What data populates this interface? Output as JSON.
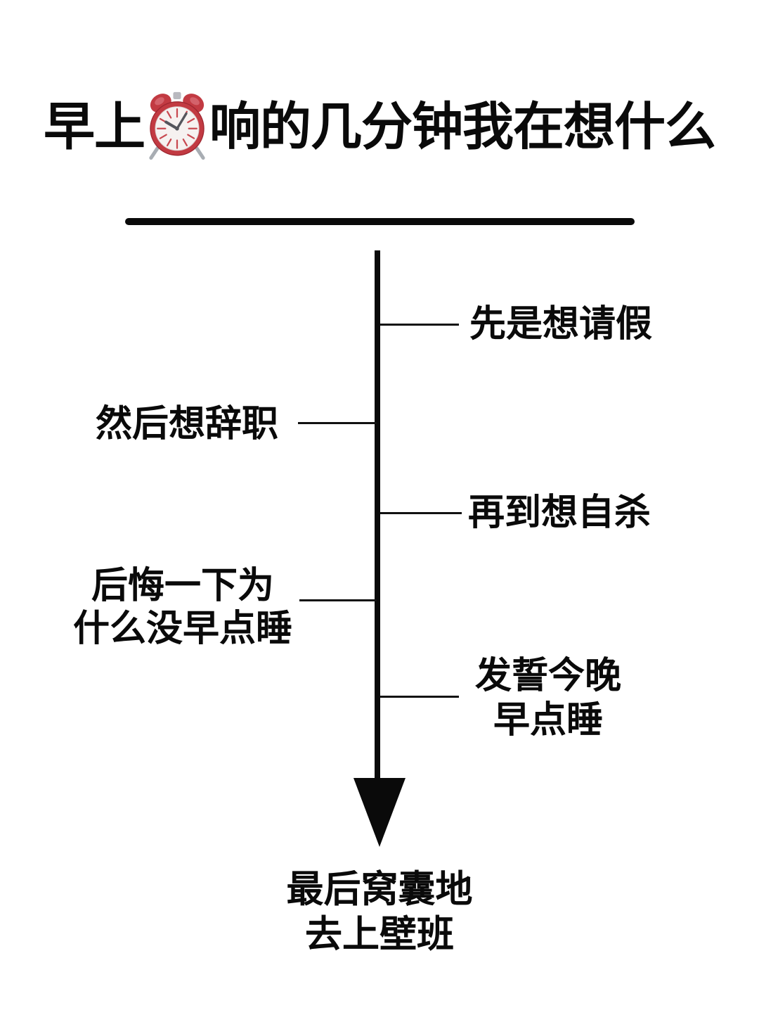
{
  "title": {
    "text_before_icon": "早上",
    "icon": "alarm-clock-emoji",
    "text_after_icon": "响的几分钟我在想什么"
  },
  "timeline": {
    "items": [
      {
        "side": "right",
        "lines": [
          "先是想请假"
        ]
      },
      {
        "side": "left",
        "lines": [
          "然后想辞职"
        ]
      },
      {
        "side": "right",
        "lines": [
          "再到想自杀"
        ]
      },
      {
        "side": "left",
        "lines": [
          "后悔一下为",
          "什么没早点睡"
        ]
      },
      {
        "side": "right",
        "lines": [
          "发誓今晚",
          "早点睡"
        ]
      }
    ],
    "ending": {
      "lines": [
        "最后窝囊地",
        "去上壁班"
      ]
    }
  },
  "colors": {
    "background": "#ffffff",
    "text": "#0a0a0a",
    "line": "#0a0a0a",
    "clock_red": "#c23a42",
    "clock_red_dark": "#9e2731",
    "clock_face": "#f6f1f0",
    "clock_tick_red": "#c84850",
    "clock_metal": "#a8adb3",
    "clock_hands": "#54555c"
  }
}
